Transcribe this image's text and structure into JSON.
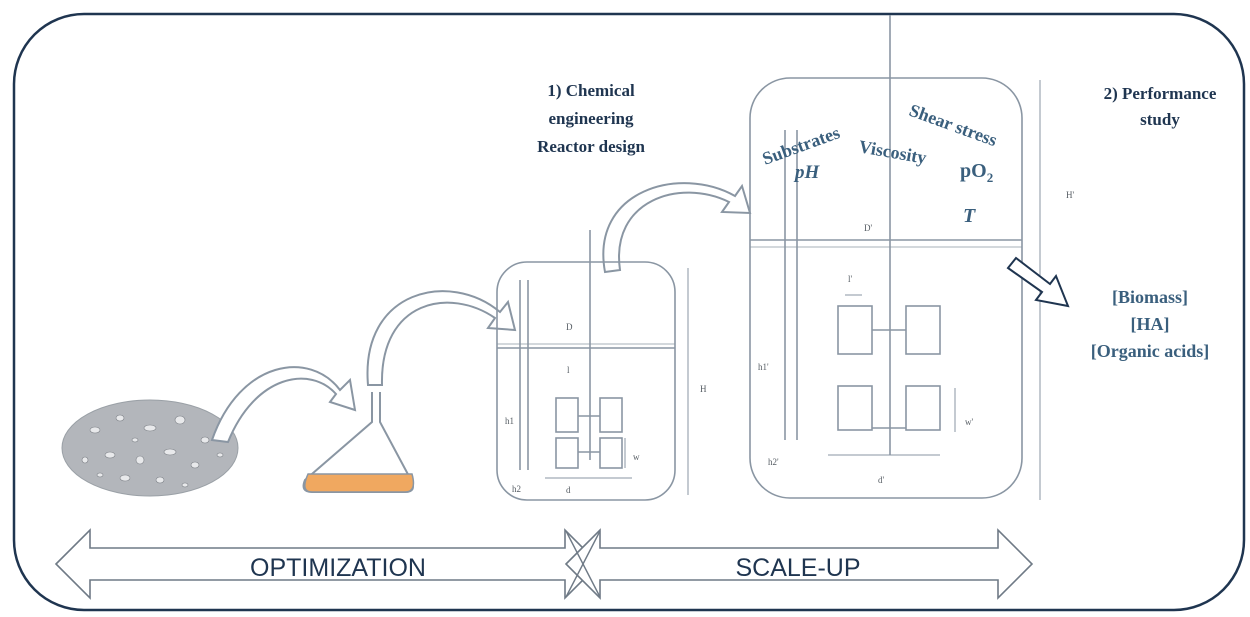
{
  "step1": {
    "line1": "1) Chemical",
    "line2": "engineering",
    "line3": "Reactor design"
  },
  "step2": {
    "line1": "2) Performance",
    "line2": "study"
  },
  "parameters": {
    "substrates": "Substrates",
    "shear_stress": "Shear stress",
    "viscosity": "Viscosity",
    "ph": "pH",
    "po2": "pO",
    "po2_sub": "2",
    "temperature": "T"
  },
  "outputs": {
    "biomass": "[Biomass]",
    "ha": "[HA]",
    "organic_acids": "[Organic acids]"
  },
  "small_reactor_labels": {
    "D": "D",
    "H": "H",
    "h1": "h1",
    "h2": "h2",
    "l": "l",
    "w": "w",
    "d": "d"
  },
  "large_reactor_labels": {
    "D": "D'",
    "H": "H'",
    "h1": "h1'",
    "h2": "h2'",
    "l": "l'",
    "w": "w'",
    "d": "d'"
  },
  "arrows": {
    "optimization": "OPTIMIZATION",
    "scale_up": "SCALE-UP"
  },
  "colors": {
    "frame": "#1f3550",
    "outline": "#8a96a3",
    "text_dark": "#1f3550",
    "text_blue": "#3a5f7d",
    "flask_liquid": "#f0a860",
    "culture_plate": "#b3b6bb"
  }
}
